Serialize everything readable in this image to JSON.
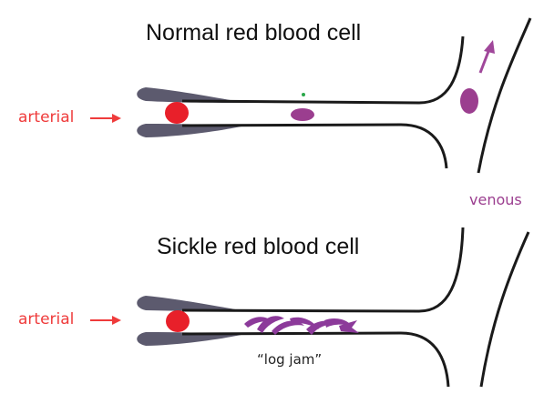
{
  "top": {
    "title": "Normal red blood cell",
    "arterial_label": "arterial",
    "venous_label": "venous"
  },
  "bottom": {
    "title": "Sickle red blood cell",
    "arterial_label": "arterial",
    "blockage_label": "“log jam”"
  },
  "colors": {
    "vessel_wall": "#5c5a6e",
    "vessel_line": "#1a1a1a",
    "red_cell": "#e8202a",
    "normal_cell": "#9b3e8f",
    "sickle_cell": "#8c3a9a",
    "arrow_red": "#ef3b3b",
    "arrow_purple": "#a0479a"
  }
}
